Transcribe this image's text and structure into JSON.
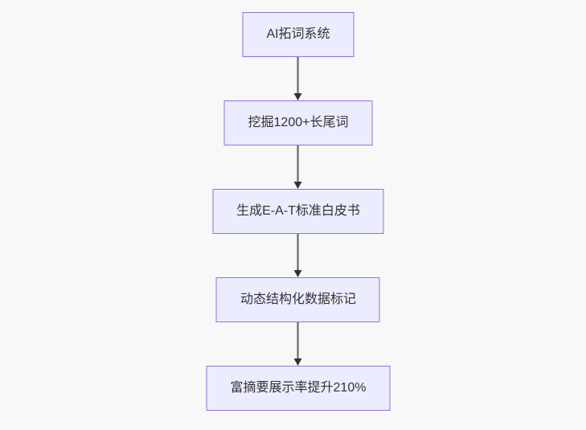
{
  "diagram": {
    "type": "flowchart",
    "direction": "top-to-bottom",
    "nodes": [
      {
        "id": "n1",
        "label": "AI拓词系统"
      },
      {
        "id": "n2",
        "label": "挖掘1200+长尾词"
      },
      {
        "id": "n3",
        "label": "生成E-A-T标准白皮书"
      },
      {
        "id": "n4",
        "label": "动态结构化数据标记"
      },
      {
        "id": "n5",
        "label": "富摘要展示率提升210%"
      }
    ],
    "edges": [
      {
        "from": "n1",
        "to": "n2",
        "style": "arrow-down"
      },
      {
        "from": "n2",
        "to": "n3",
        "style": "arrow-down"
      },
      {
        "from": "n3",
        "to": "n4",
        "style": "arrow-down"
      },
      {
        "from": "n4",
        "to": "n5",
        "style": "arrow-down"
      }
    ],
    "colors": {
      "background": "#f8f8f8",
      "node_fill": "#ECECFF",
      "node_border": "#9370DB",
      "text": "#333333",
      "edge_line": "#5c5c5c",
      "edge_head": "#333333"
    }
  }
}
